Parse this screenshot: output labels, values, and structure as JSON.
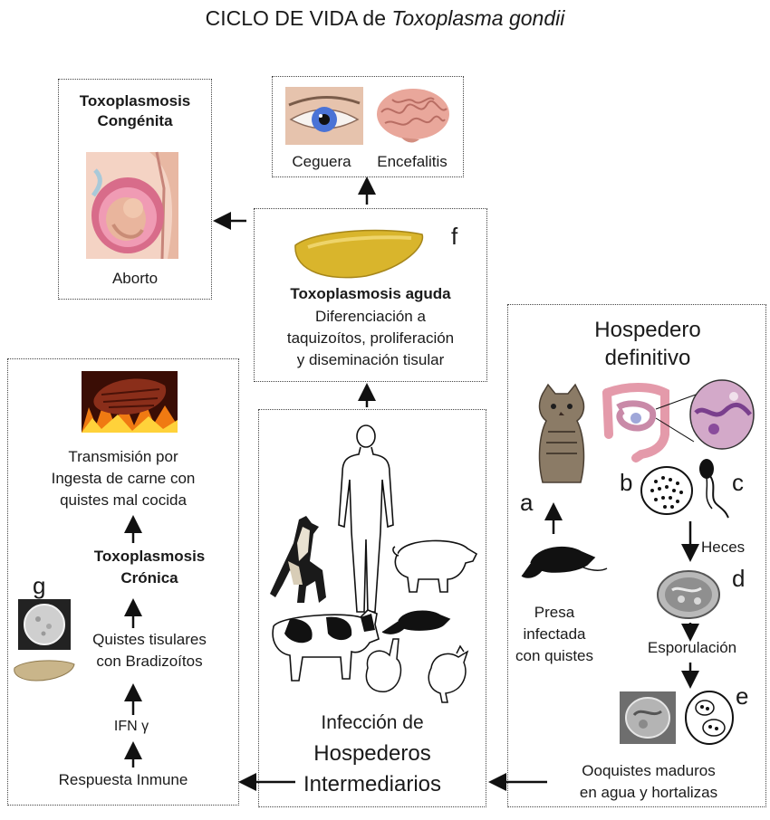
{
  "title": {
    "main": "CICLO DE VIDA de ",
    "species": "Toxoplasma gondii"
  },
  "congenital": {
    "title_line1": "Toxoplasmosis",
    "title_line2": "Congénita",
    "caption": "Aborto"
  },
  "symptoms": {
    "left": "Ceguera",
    "right": "Encefalitis"
  },
  "acute": {
    "letter": "f",
    "title": "Toxoplasmosis aguda",
    "line1": "Diferenciación a",
    "line2": "taquizoítos, proliferación",
    "line3": "y diseminación tisular"
  },
  "chronic": {
    "transmission_line1": "Transmisión por",
    "transmission_line2": "Ingesta de carne con",
    "transmission_line3": "quistes mal cocida",
    "title_line1": "Toxoplasmosis",
    "title_line2": "Crónica",
    "letter": "g",
    "cysts_line1": "Quistes tisulares",
    "cysts_line2": "con Bradizoítos",
    "ifn": "IFN γ",
    "immune": "Respuesta Inmune"
  },
  "intermediate": {
    "line1": "Infección de",
    "line2": "Hospederos",
    "line3": "Intermediarios"
  },
  "definitive": {
    "title_line1": "Hospedero",
    "title_line2": "definitivo",
    "letter_a": "a",
    "letter_b": "b",
    "letter_c": "c",
    "letter_d": "d",
    "letter_e": "e",
    "feces": "Heces",
    "prey_line1": "Presa",
    "prey_line2": "infectada",
    "prey_line3": "con quistes",
    "sporulation": "Esporulación",
    "oocysts_line1": "Ooquistes maduros",
    "oocysts_line2": "en agua y hortalizas"
  },
  "colors": {
    "tachyzoite": "#d9b52c",
    "meat": "#8a2e1a",
    "fire": "#f07a12",
    "intestine": "#e49aaa",
    "iris": "#4a73d6",
    "brain": "#e9a79b"
  }
}
